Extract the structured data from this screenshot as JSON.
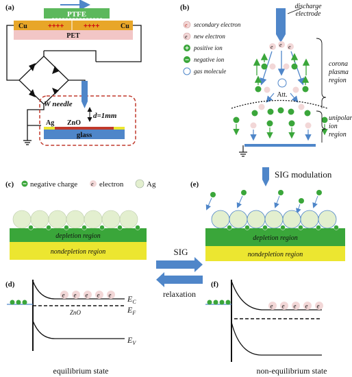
{
  "panels": {
    "a": "(a)",
    "b": "(b)",
    "c": "(c)",
    "d": "(d)",
    "e": "(e)",
    "f": "(f)"
  },
  "panel_a": {
    "ptfe": "PTFE",
    "cu_left": "Cu",
    "cu_right": "Cu",
    "pet": "PET",
    "plus_marks": "++++",
    "w_needle": "W needle",
    "gap": "d=1mm",
    "ag": "Ag",
    "zno": "ZnO",
    "glass": "glass"
  },
  "panel_b": {
    "discharge_electrode": [
      "discharge",
      "electrode"
    ],
    "legend": [
      {
        "symbol": "e",
        "label": "secondary electron"
      },
      {
        "symbol": "e",
        "label": "new electron"
      },
      {
        "symbol": "+",
        "label": "positive ion"
      },
      {
        "symbol": "−",
        "label": "negative ion"
      },
      {
        "symbol": "○",
        "label": "gas molecule"
      }
    ],
    "electron_symbol": "e",
    "attachment_label": "Att.",
    "corona_region": [
      "corona",
      "plasma",
      "region"
    ],
    "unipolar_region": [
      "unipolar",
      "ion",
      "region"
    ]
  },
  "panel_c": {
    "legend_negative": "negative charge",
    "legend_electron": "electron",
    "legend_ag": "Ag",
    "depletion": "depletion region",
    "nondepletion": "nondepletion region"
  },
  "panel_e": {
    "title": "SIG modulation",
    "depletion": "depletion region",
    "nondepletion": "nondepletion region"
  },
  "middle": {
    "sig_label": "SIG",
    "relaxation_label": "relaxation"
  },
  "panel_d": {
    "ec": "E",
    "ec_sub": "C",
    "ef": "E",
    "ef_sub": "F",
    "ev": "E",
    "ev_sub": "V",
    "zno": "ZnO",
    "caption": "equilibrium state"
  },
  "panel_f": {
    "caption": "non-equilibrium state"
  },
  "colors": {
    "ptfe": "#5cb85c",
    "cu": "#e8a628",
    "pet": "#f2c6c6",
    "glass": "#4f86c9",
    "depletion": "#3aa63a",
    "nondepletion": "#ece630",
    "ag_sphere": "#e3efcf",
    "arrow_blue": "#4f86c9",
    "electron_fill": "#f2d7d7",
    "neg_charge": "#3aa63a"
  }
}
